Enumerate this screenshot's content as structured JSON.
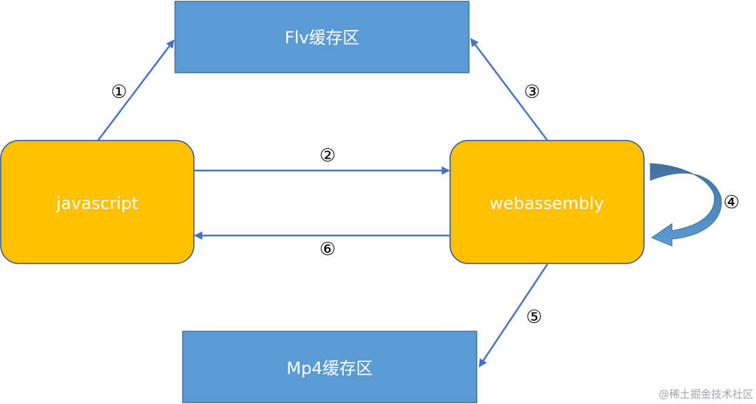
{
  "nodes": {
    "flv_buffer": {
      "label": "Flv缓存区"
    },
    "mp4_buffer": {
      "label": "Mp4缓存区"
    },
    "javascript": {
      "label": "javascript"
    },
    "webassembly": {
      "label": "webassembly"
    }
  },
  "steps": {
    "step1": "①",
    "step2": "②",
    "step3": "③",
    "step4": "④",
    "step5": "⑤",
    "step6": "⑥"
  },
  "colors": {
    "buffer_fill": "#5b9bd5",
    "buffer_stroke": "#41719c",
    "process_fill": "#ffc000",
    "process_stroke": "#2f528f",
    "arrow": "#4472c4",
    "loop_arrow_light": "#5b9bd5",
    "loop_arrow_dark": "#41719c"
  },
  "watermark": "@稀土掘金技术社区"
}
